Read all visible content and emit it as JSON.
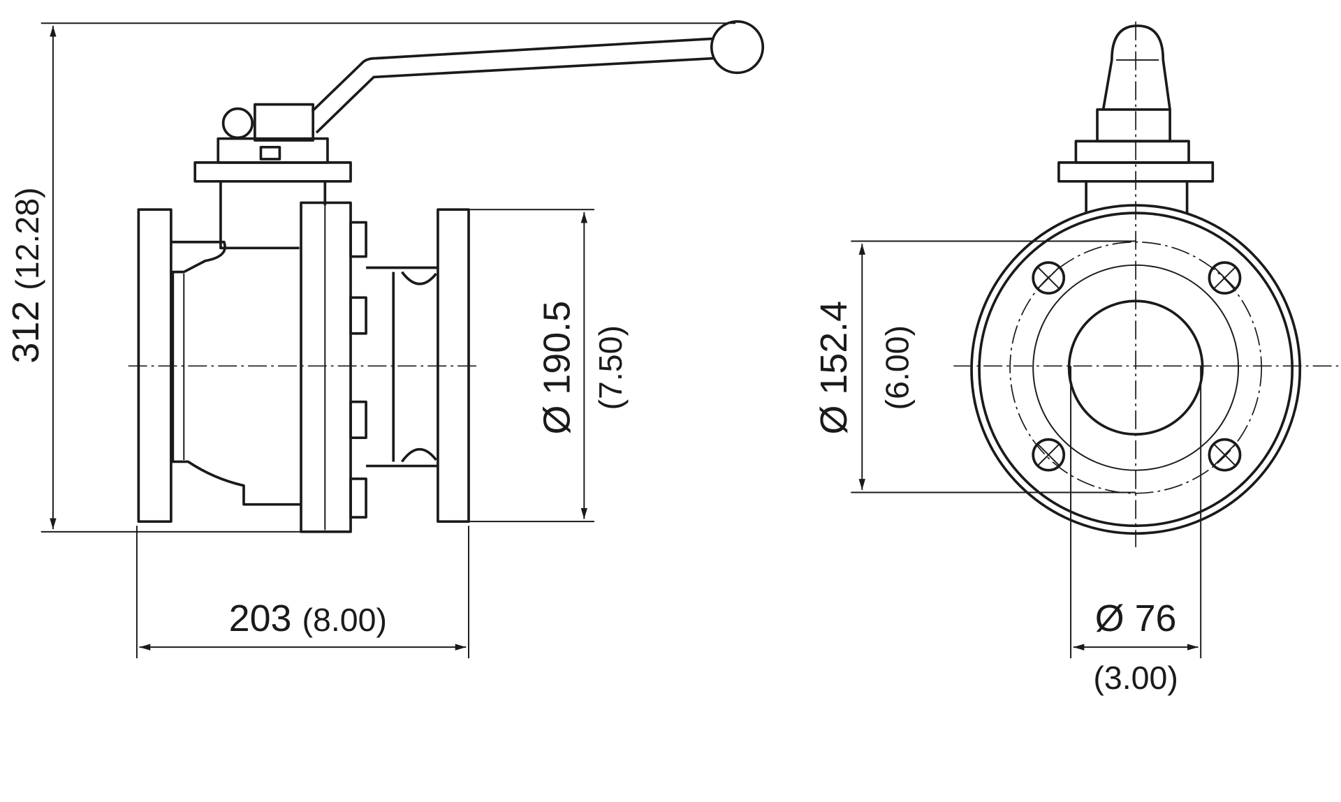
{
  "drawing": {
    "side_view": {
      "height_mm": "312",
      "height_in": "(12.28)",
      "flange_dia_mm": "Ø 190.5",
      "flange_dia_in": "(7.50)",
      "length_mm": "203",
      "length_in": "(8.00)"
    },
    "end_view": {
      "bolt_circle_mm": "Ø 152.4",
      "bolt_circle_in": "(6.00)",
      "bore_mm": "Ø 76",
      "bore_in": "(3.00)"
    }
  }
}
